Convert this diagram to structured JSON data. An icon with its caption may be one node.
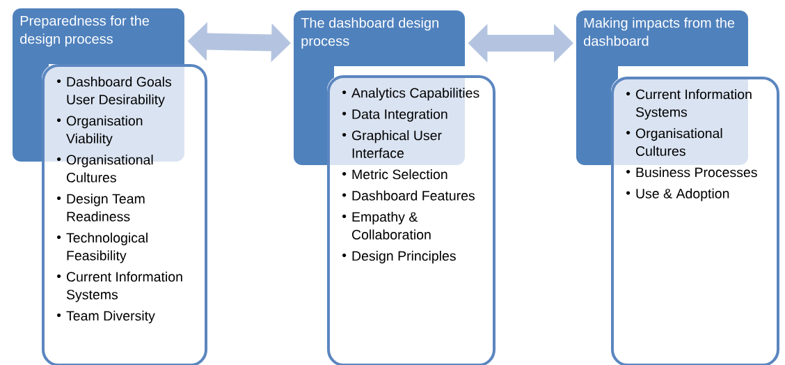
{
  "diagram": {
    "nodes": [
      {
        "text": [
          "Preparedness for the design process"
        ]
      },
      {
        "text": [
          "Dashboard Goals User Desirability",
          "Organisation Viability",
          "Organisational Cultures",
          "Design Team Readiness",
          "Technological Feasibility",
          "Current Information Systems",
          "Team Diversity"
        ]
      },
      {
        "text": [
          "The dashboard design process"
        ]
      },
      {
        "text": [
          "Analytics Capabilities",
          "Data Integration",
          "Graphical User Interface",
          "Metric Selection",
          "Dashboard Features",
          "Empathy & Collaboration",
          "Design Principles"
        ]
      },
      {
        "text": [
          "Making impacts from the dashboard"
        ]
      },
      {
        "text": [
          "Current Information Systems",
          "Organisational Cultures",
          "Business Processes",
          "Use & Adoption"
        ]
      }
    ],
    "edges": [
      {
        "from": 0,
        "to": 2,
        "arrow": "both"
      },
      {
        "from": 2,
        "to": 4,
        "arrow": "both"
      }
    ]
  }
}
